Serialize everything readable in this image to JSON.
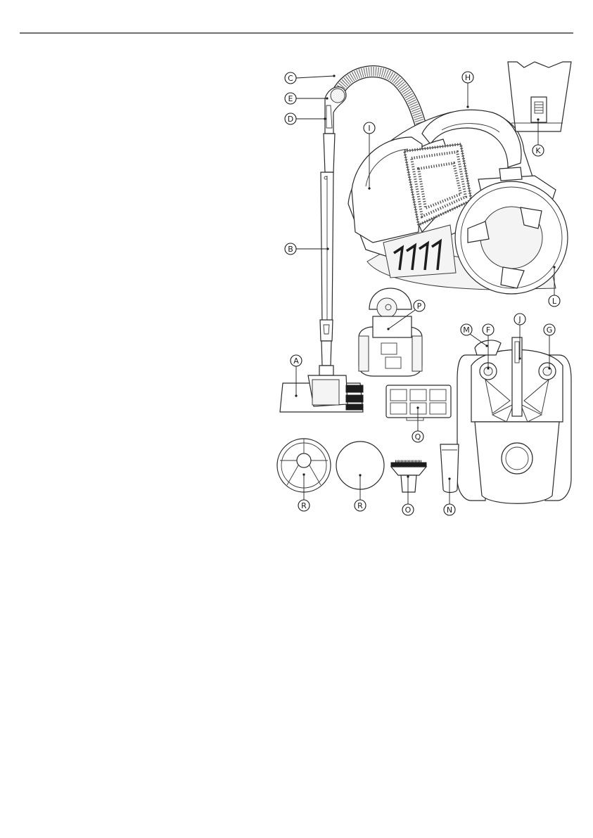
{
  "colors": {
    "line": "#1a1a1a",
    "paper": "#ffffff",
    "fill_light": "#f4f4f4"
  },
  "callouts": [
    {
      "letter": "C"
    },
    {
      "letter": "E"
    },
    {
      "letter": "D"
    },
    {
      "letter": "H"
    },
    {
      "letter": "I"
    },
    {
      "letter": "K"
    },
    {
      "letter": "B"
    },
    {
      "letter": "L"
    },
    {
      "letter": "P"
    },
    {
      "letter": "M"
    },
    {
      "letter": "F"
    },
    {
      "letter": "J"
    },
    {
      "letter": "G"
    },
    {
      "letter": "A"
    },
    {
      "letter": "Q"
    },
    {
      "letter": "R"
    },
    {
      "letter": "R"
    },
    {
      "letter": "O"
    },
    {
      "letter": "N"
    }
  ]
}
